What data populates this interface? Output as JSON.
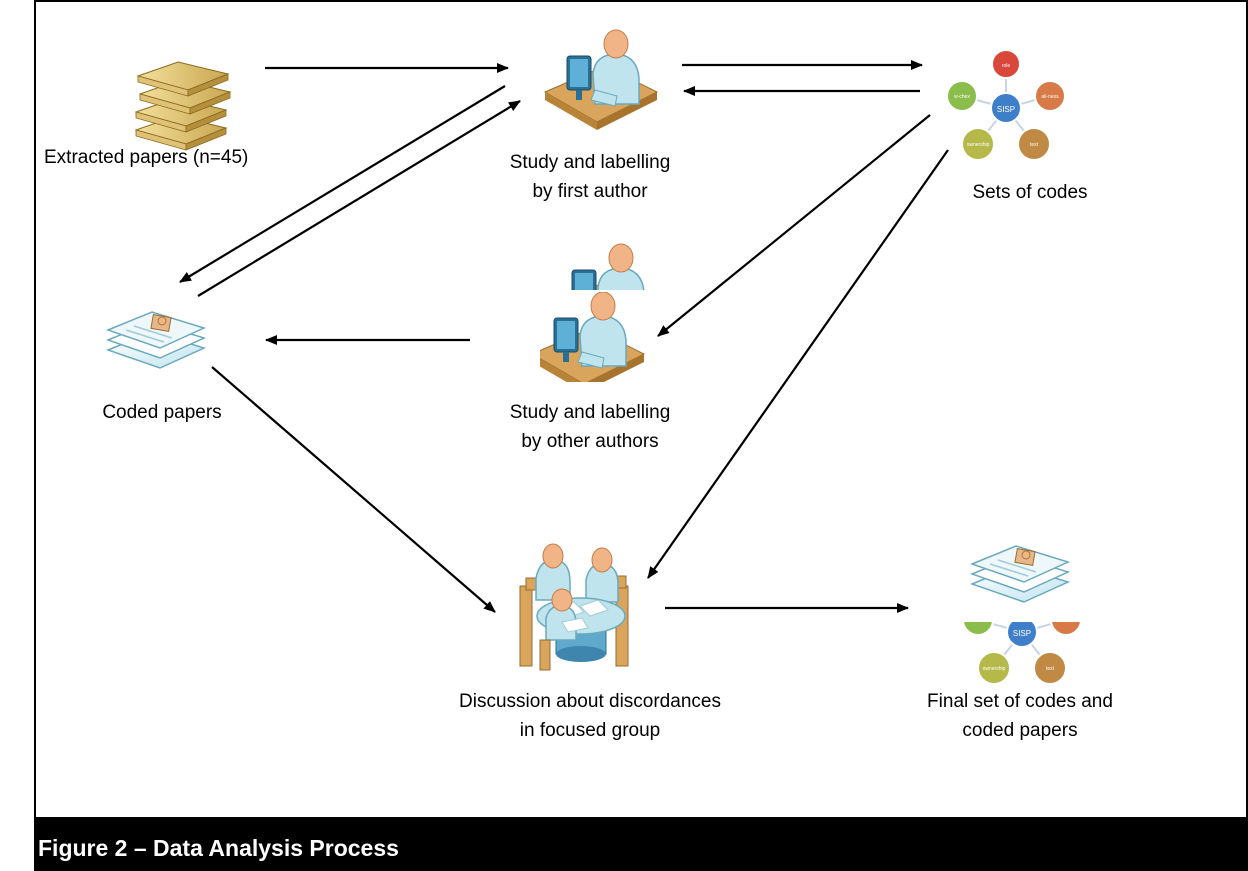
{
  "labels": {
    "extracted": "Extracted papers (n=45)",
    "study_first_line1": "Study and labelling",
    "study_first_line2": "by first author",
    "sets_of_codes": "Sets of codes",
    "coded_papers": "Coded papers",
    "study_other_line1": "Study and labelling",
    "study_other_line2": "by other authors",
    "discussion_line1": "Discussion about discordances",
    "discussion_line2": "in focused group",
    "final_line1": "Final set of codes and",
    "final_line2": "coded papers"
  },
  "wheel": {
    "center": "SISP",
    "top": "role",
    "right": "ali-ness",
    "bottom_right": "text",
    "bottom_left": "ownership",
    "left": "w-chex"
  },
  "caption": "Figure 2 – Data Analysis Process",
  "colors": {
    "wheel_center": "#3f7fca",
    "wheel_red": "#d9473a",
    "wheel_orange": "#d77a48",
    "wheel_green": "#8bbd4c",
    "wheel_olive": "#b4b94a",
    "wheel_brown": "#c08a45",
    "figure_cloth": "#bfe4ee",
    "figure_skin": "#f0b487",
    "desk": "#d9a55d"
  }
}
